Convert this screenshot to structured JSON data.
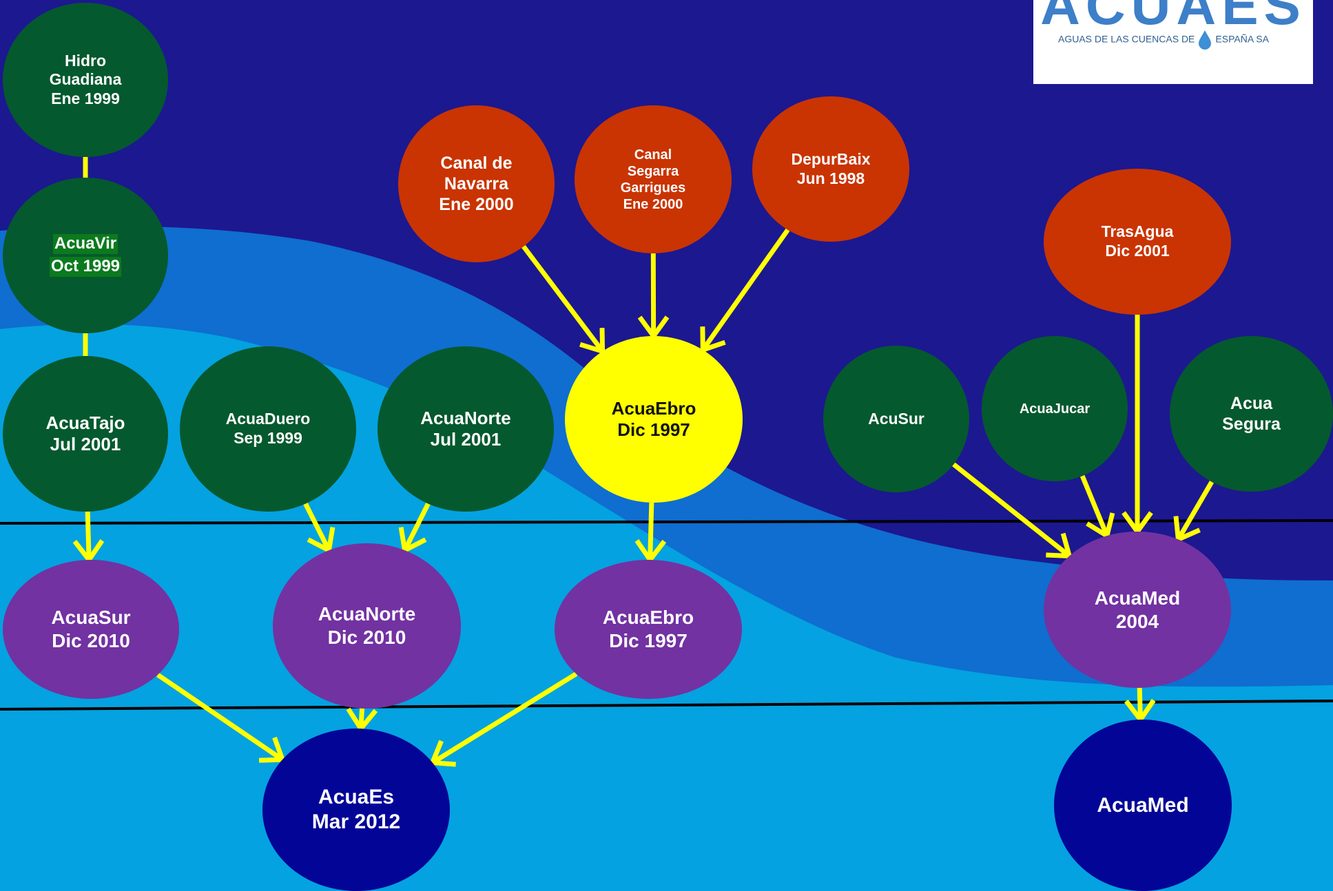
{
  "colors": {
    "sky": "#1c1890",
    "wave_mid": "#0f6ed0",
    "wave_light": "#04a2e0",
    "arrow": "#ffff00",
    "green": "#05592e",
    "red": "#c93402",
    "purple": "#7232a2",
    "navy": "#030597",
    "yellow": "#ffff00"
  },
  "logo": {
    "word": "ACUAES",
    "tagline_left": "AGUAS DE LAS CUENCAS DE",
    "tagline_right": "ESPAÑA SA",
    "icon": "water-drop-icon"
  },
  "nodes": {
    "hidroguadiana": {
      "lines": [
        "Hidro",
        "Guadiana",
        "Ene 1999"
      ],
      "kind": "green"
    },
    "acuavir": {
      "lines": [
        "AcuaVir",
        "Oct 1999"
      ],
      "kind": "green",
      "highlighted": true
    },
    "acuatajo": {
      "lines": [
        "AcuaTajo",
        "Jul 2001"
      ],
      "kind": "green"
    },
    "acuaduero": {
      "lines": [
        "AcuaDuero",
        "Sep 1999"
      ],
      "kind": "green"
    },
    "acuanorte_old": {
      "lines": [
        "AcuaNorte",
        "Jul 2001"
      ],
      "kind": "green"
    },
    "canal_navarra": {
      "lines": [
        "Canal de",
        "Navarra",
        "Ene 2000"
      ],
      "kind": "red"
    },
    "canal_segarra": {
      "lines": [
        "Canal",
        "Segarra",
        "Garrigues",
        "Ene 2000"
      ],
      "kind": "red"
    },
    "depurbaix": {
      "lines": [
        "DepurBaix",
        "Jun 1998"
      ],
      "kind": "red"
    },
    "acuaebro_old": {
      "lines": [
        "AcuaEbro",
        "Dic 1997"
      ],
      "kind": "yellow"
    },
    "trasagua": {
      "lines": [
        "TrasAgua",
        "Dic 2001"
      ],
      "kind": "red"
    },
    "acusur": {
      "lines": [
        "AcuSur"
      ],
      "kind": "green"
    },
    "acuajucar": {
      "lines": [
        "AcuaJucar"
      ],
      "kind": "green"
    },
    "acuasegura": {
      "lines": [
        "Acua",
        "Segura"
      ],
      "kind": "green"
    },
    "acuasur_2010": {
      "lines": [
        "AcuaSur",
        "Dic 2010"
      ],
      "kind": "purple"
    },
    "acuanorte_2010": {
      "lines": [
        "AcuaNorte",
        "Dic 2010"
      ],
      "kind": "purple"
    },
    "acuaebro_1997": {
      "lines": [
        "AcuaEbro",
        "Dic 1997"
      ],
      "kind": "purple"
    },
    "acuamed_2004": {
      "lines": [
        "AcuaMed",
        "2004"
      ],
      "kind": "purple"
    },
    "acuaes": {
      "lines": [
        "AcuaEs",
        "Mar 2012"
      ],
      "kind": "navy"
    },
    "acuamed_final": {
      "lines": [
        "AcuaMed"
      ],
      "kind": "navy"
    }
  },
  "edges": [
    {
      "from": "hidroguadiana",
      "to": "acuavir",
      "arrow": false
    },
    {
      "from": "acuavir",
      "to": "acuatajo",
      "arrow": false
    },
    {
      "from": "acuatajo",
      "to": "acuasur_2010",
      "arrow": true
    },
    {
      "from": "acuaduero",
      "to": "acuanorte_2010",
      "arrow": true
    },
    {
      "from": "acuanorte_old",
      "to": "acuanorte_2010",
      "arrow": true
    },
    {
      "from": "canal_navarra",
      "to": "acuaebro_old",
      "arrow": true
    },
    {
      "from": "canal_segarra",
      "to": "acuaebro_old",
      "arrow": true
    },
    {
      "from": "depurbaix",
      "to": "acuaebro_old",
      "arrow": true
    },
    {
      "from": "acuaebro_old",
      "to": "acuaebro_1997",
      "arrow": true
    },
    {
      "from": "acuasur_2010",
      "to": "acuaes",
      "arrow": true
    },
    {
      "from": "acuanorte_2010",
      "to": "acuaes",
      "arrow": true
    },
    {
      "from": "acuaebro_1997",
      "to": "acuaes",
      "arrow": true
    },
    {
      "from": "acusur",
      "to": "acuamed_2004",
      "arrow": true
    },
    {
      "from": "acuajucar",
      "to": "acuamed_2004",
      "arrow": true
    },
    {
      "from": "trasagua",
      "to": "acuamed_2004",
      "arrow": true
    },
    {
      "from": "acuasegura",
      "to": "acuamed_2004",
      "arrow": true
    },
    {
      "from": "acuamed_2004",
      "to": "acuamed_final",
      "arrow": true
    }
  ]
}
